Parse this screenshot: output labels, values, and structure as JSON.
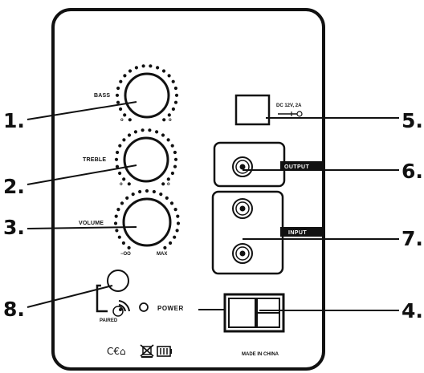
{
  "callouts": {
    "n1": "1.",
    "n2": "2.",
    "n3": "3.",
    "n4": "4.",
    "n5": "5.",
    "n6": "6.",
    "n7": "7.",
    "n8": "8."
  },
  "knobs": {
    "bass": "BASS",
    "treble": "TREBLE",
    "volume": "VOLUME",
    "bass_min": "o",
    "bass_max": "o",
    "treble_min": "o",
    "treble_max": "o",
    "volume_min": "−OO",
    "volume_max": "MAX"
  },
  "dc_in": {
    "label": "DC 12V, 2A"
  },
  "jacks": {
    "output": "OUTPUT",
    "input": "INPUT"
  },
  "bluetooth": {
    "paired": "PAIRED"
  },
  "power": {
    "label": "POWER"
  },
  "footer": {
    "marks": "C€⌂",
    "made_in": "MADE IN CHINA"
  }
}
